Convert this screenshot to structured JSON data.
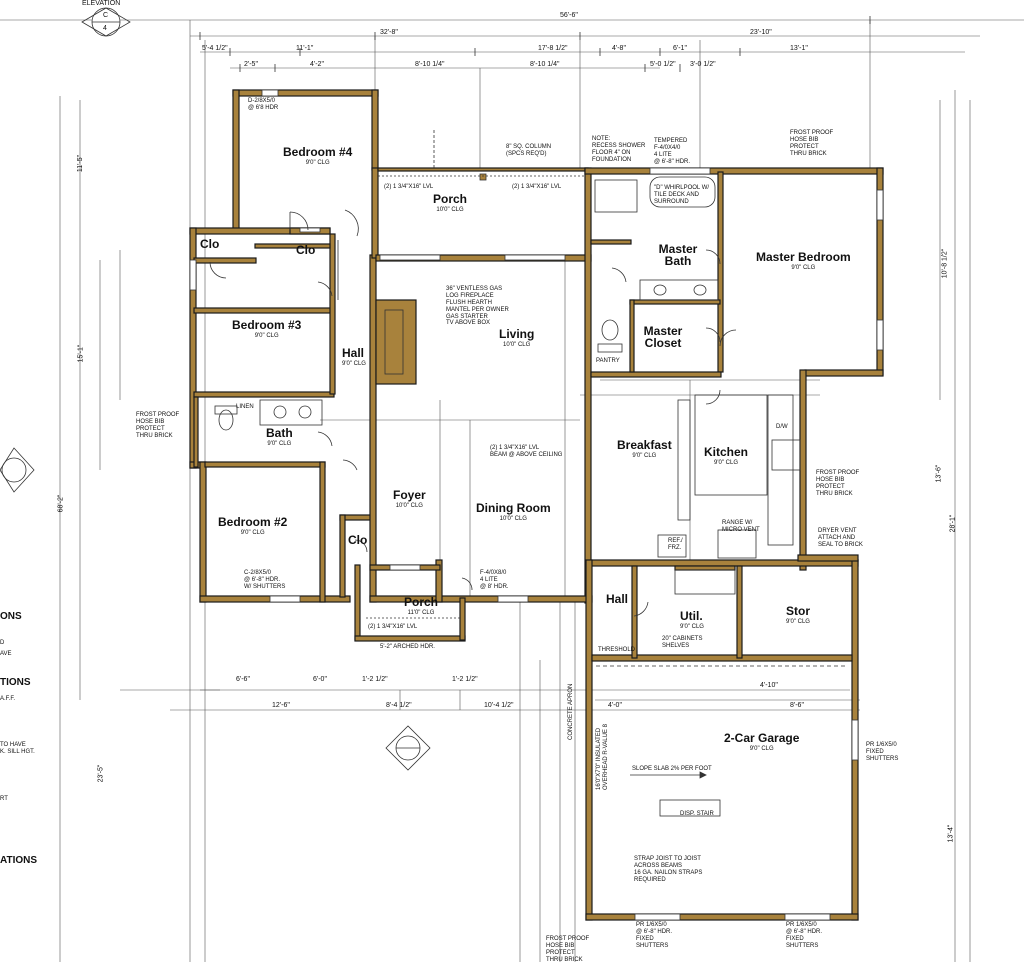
{
  "elevation": {
    "label": "ELEVATION",
    "letter": "C",
    "number": "4"
  },
  "overall_dims": {
    "total": "56'-6\"",
    "left_span": "32'-8\"",
    "right_span": "23'-10\""
  },
  "rooms": [
    {
      "id": "bedroom4",
      "name": "Bedroom #4",
      "ceiling": "9'0\" CLG"
    },
    {
      "id": "porch-front",
      "name": "Porch",
      "ceiling": "10'0\" CLG"
    },
    {
      "id": "master-bedroom",
      "name": "Master Bedroom",
      "ceiling": "9'0\" CLG"
    },
    {
      "id": "master-bath",
      "name": "Master Bath",
      "ceiling": ""
    },
    {
      "id": "master-closet",
      "name": "Master Closet",
      "ceiling": ""
    },
    {
      "id": "clo1",
      "name": "Clo",
      "ceiling": ""
    },
    {
      "id": "clo2",
      "name": "Clo",
      "ceiling": ""
    },
    {
      "id": "bedroom3",
      "name": "Bedroom #3",
      "ceiling": "9'0\" CLG"
    },
    {
      "id": "hall1",
      "name": "Hall",
      "ceiling": "9'0\" CLG"
    },
    {
      "id": "living",
      "name": "Living",
      "ceiling": "10'0\" CLG"
    },
    {
      "id": "bath",
      "name": "Bath",
      "ceiling": "9'0\" CLG"
    },
    {
      "id": "breakfast",
      "name": "Breakfast",
      "ceiling": "9'0\" CLG"
    },
    {
      "id": "kitchen",
      "name": "Kitchen",
      "ceiling": "9'0\" CLG"
    },
    {
      "id": "foyer",
      "name": "Foyer",
      "ceiling": "10'0\" CLG"
    },
    {
      "id": "dining",
      "name": "Dining Room",
      "ceiling": "10'0\" CLG"
    },
    {
      "id": "bedroom2",
      "name": "Bedroom #2",
      "ceiling": "9'0\" CLG"
    },
    {
      "id": "clo3",
      "name": "Clo",
      "ceiling": ""
    },
    {
      "id": "porch-side",
      "name": "Porch",
      "ceiling": "11'0\" CLG"
    },
    {
      "id": "hall2",
      "name": "Hall",
      "ceiling": ""
    },
    {
      "id": "util",
      "name": "Util.",
      "ceiling": "9'0\" CLG"
    },
    {
      "id": "stor",
      "name": "Stor",
      "ceiling": "9'0\" CLG"
    },
    {
      "id": "garage",
      "name": "2-Car Garage",
      "ceiling": "9'0\" CLG"
    }
  ],
  "notes": {
    "column": "8\" SQ. COLUMN\n(SPCS REQ'D)",
    "recess": "NOTE:\nRECESS SHOWER\nFLOOR 4\" ON\nFOUNDATION",
    "tempered": "TEMPERED\nF-4/0X4/0\n4 LITE\n@ 6'-8\" HDR.",
    "frost1": "FROST PROOF\nHOSE BIB\nPROTECT\nTHRU BRICK",
    "frost2": "FROST PROOF\nHOSE BIB\nPROTECT\nTHRU BRICK",
    "frost3": "FROST PROOF\nHOSE BIB\nPROTECT\nTHRU BRICK",
    "frost4": "FROST PROOF\nHOSE BIB\nPROTECT\nTHRU BRICK",
    "whirlpool": "\"D\" WHIRLPOOL W/\nTILE DECK AND\nSURROUND",
    "fireplace": "36\" VENTLESS GAS\nLOG FIREPLACE\nFLUSH HEARTH\nMANTEL PER OWNER\nGAS STARTER\nTV ABOVE BOX",
    "lvl1": "(2) 1 3/4\"X16\" LVL",
    "lvl2": "(2) 1 3/4\"X16\" LVL",
    "lvl3": "(2) 1 3/4\"X16\" LVL",
    "beam": "(2) 1 3/4\"X16\" LVL\nBEAM @ ABOVE CEILING",
    "dryer": "DRYER VENT\nATTACH AND\nSEAL TO BRICK",
    "slope": "SLOPE SLAB 2% PER FOOT",
    "strap": "STRAP JOIST TO JOIST\nACROSS BEAMS\n16 GA. NAILON STRAPS\nREQUIRED",
    "disp": "DISP. STAIR",
    "cabinets": "20\" CABINETS\nSHELVES",
    "pr1": "PR 1/6X5/0\n@ 6'-8\" HDR.\nFIXED\nSHUTTERS",
    "pr2": "PR 1/6X5/0\n@ 6'-8\" HDR.\nFIXED\nSHUTTERS",
    "pr3": "PR 1/6X5/0\nFIXED\nSHUTTERS",
    "arched": "5'-2\" ARCHED HDR.",
    "threshold": "THRESHOLD",
    "pantry": "PANTRY",
    "linen": "LINEN",
    "range": "RANGE W/\nMICRO VENT",
    "ref": "REF./\nFRZ.",
    "dw": "D/W",
    "f4lite": "F-4/0X8/0\n4 LITE\n@ 8' HDR.",
    "g2880": "C-2/8X5/0\n@ 6'-8\" HDR.\nW/ SHUTTERS",
    "concrete": "CONCRETE APRON",
    "overhead": "16'0\"X7'0\" INSULATED\nOVERHEAD R-VALUE 8",
    "d2880": "D-2/8X5/0\n@ 6'8 HDR"
  },
  "left_labels": {
    "l1": "ONS",
    "l2": "TIONS",
    "l3": "ATIONS",
    "l4": "D",
    "l5": "AVE",
    "l6": "A.F.F.",
    "l7": "TO HAVE\nK. SILL HGT.",
    "l8": "RT"
  },
  "dimensions": [
    "5'-4 1/2\"",
    "11'-1\"",
    "17'-8 1/2\"",
    "4'-8\"",
    "6'-1\"",
    "13'-1\"",
    "2'-5\"",
    "4'-2\"",
    "8'-10 1/4\"",
    "8'-10 1/4\"",
    "5'-0 1/2\"",
    "3'-0 1/2\"",
    "11'-5\"",
    "15'-1\"",
    "68'-2\"",
    "28'-1\"",
    "13'-6\"",
    "10'-8 1/2\"",
    "12'-6\"",
    "8'-4 1/2\"",
    "10'-4 1/2\"",
    "4'-10\"",
    "8'-6\"",
    "4'-0\"",
    "6'-6\"",
    "1'-2 1/2\"",
    "6'-0\"",
    "1'-2 1/2\"",
    "23'-5\"",
    "13'-4\""
  ]
}
